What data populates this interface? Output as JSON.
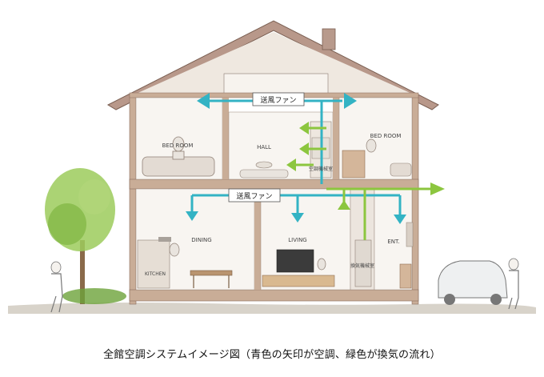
{
  "labels": {
    "bedroom_left": "BED ROOM",
    "hall": "HALL",
    "bedroom_right": "BED ROOM",
    "ac_room_upper": "空調機械室",
    "fan_upper": "送風ファン",
    "fan_lower": "送風ファン",
    "dining": "DINING",
    "living": "LIVING",
    "kitchen": "KITCHEN",
    "vent_room": "換気機械室",
    "entrance": "ENT."
  },
  "caption": "全館空調システムイメージ図（青色の矢印が空調、緑色が換気の流れ）",
  "colors": {
    "ac_flow": "#33b3c4",
    "vent_flow": "#8cc63f",
    "roof": "#b8988a",
    "wall": "#c9ad97",
    "floor": "#e8ded3",
    "tree": "#8fbf4d",
    "ground": "#cfcac0"
  }
}
